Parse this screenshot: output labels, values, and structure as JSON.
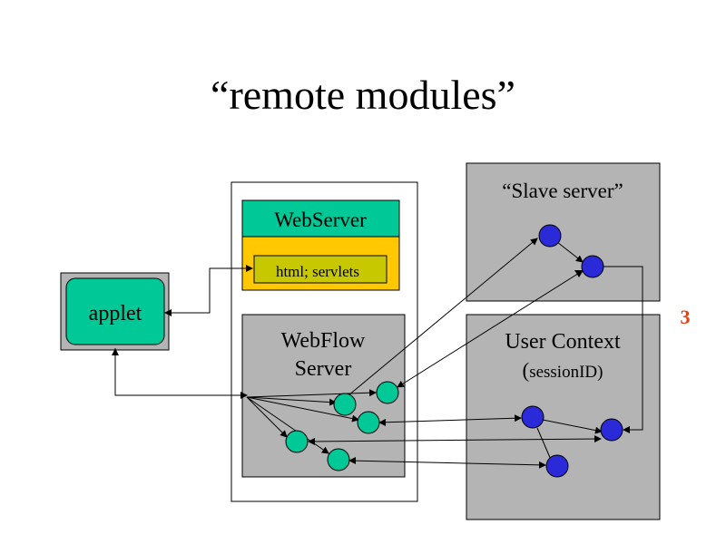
{
  "slide": {
    "title": "“remote modules”",
    "page_number": "3"
  },
  "boxes": {
    "applet": "applet",
    "webserver": "WebServer",
    "servlets": "html; servlets",
    "webflow_line1": "WebFlow",
    "webflow_line2": "Server",
    "slave_server": "“Slave server”",
    "user_context_line1": "User Context",
    "user_context_line2_paren_open": "(",
    "user_context_line2_rest": "sessionID)"
  },
  "colors": {
    "green_node": "#00c896",
    "blue_node": "#2a2ad8",
    "gray_box": "#b4b4b4",
    "yellow_box": "#ffc800",
    "olive_box": "#c8c800",
    "page_number": "#e0401a"
  }
}
